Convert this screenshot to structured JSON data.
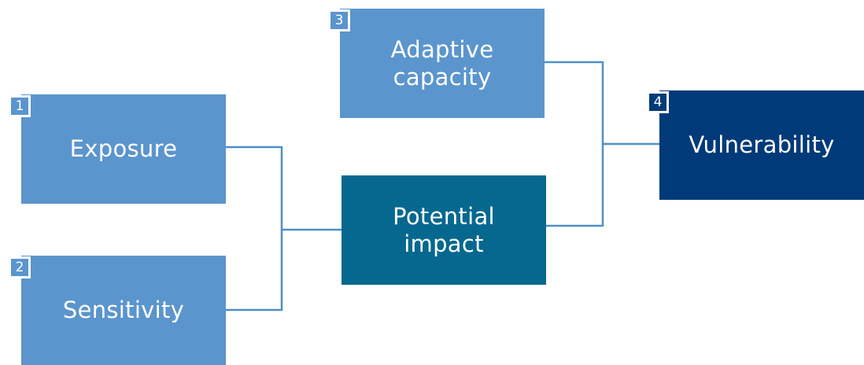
{
  "nodes": {
    "exposure": {
      "number": "1",
      "label": "Exposure"
    },
    "sensitivity": {
      "number": "2",
      "label": "Sensitivity"
    },
    "adaptive_capacity": {
      "number": "3",
      "label": "Adaptive\ncapacity"
    },
    "potential_impact": {
      "label": "Potential\nimpact"
    },
    "vulnerability": {
      "number": "4",
      "label": "Vulnerability"
    }
  },
  "colors": {
    "light_box": "#5b95cd",
    "impact_box": "#06688f",
    "vulnerability_box": "#003a78",
    "connector": "#4f8fc6"
  }
}
